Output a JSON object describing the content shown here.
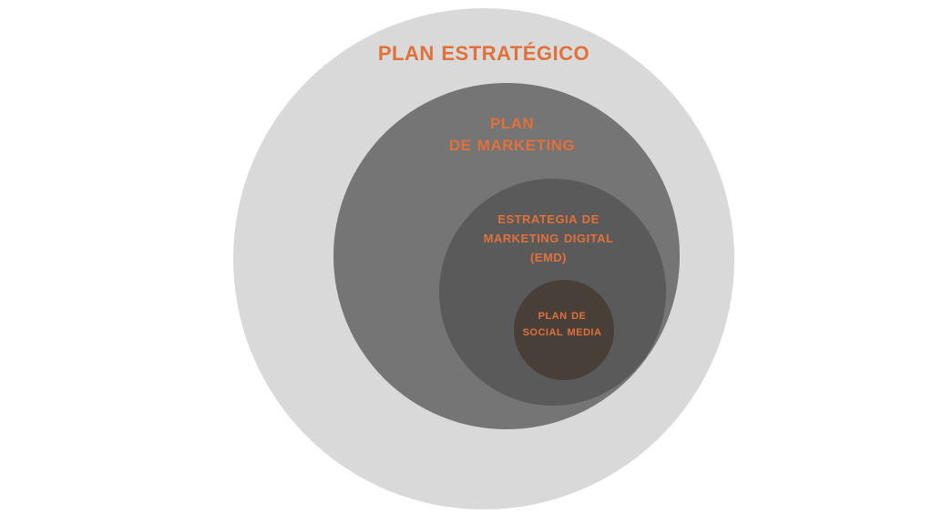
{
  "diagram": {
    "type": "nested-circles",
    "description": "Concentric onion diagram of marketing planning scopes",
    "colors": {
      "background": "#ffffff",
      "outer_circle": "#d9d9d9",
      "second_circle": "#757575",
      "third_circle": "#5a5a5a",
      "inner_circle": "#473f38",
      "text": "#e2703a"
    },
    "rings": [
      {
        "level": 1,
        "name": "plan-estrategico",
        "label": "PLAN ESTRATÉGICO"
      },
      {
        "level": 2,
        "name": "plan-de-marketing",
        "label": "PLAN DE MARKETING"
      },
      {
        "level": 3,
        "name": "estrategia-de-marketing-digital",
        "label": "ESTRATEGIA DE MARKETING DIGITAL (EMD)"
      },
      {
        "level": 4,
        "name": "plan-de-social-media",
        "label": "PLAN DE SOCIAL MEDIA"
      }
    ],
    "labels": {
      "outer": {
        "line1": "PLAN ESTRATÉGICO"
      },
      "marketing": {
        "line1": "PLAN",
        "line2": "DE MARKETING"
      },
      "emd": {
        "line1": "ESTRATEGIA DE",
        "line2": "MARKETING DIGITAL",
        "line3": "(EMD)"
      },
      "social": {
        "line1": "PLAN DE",
        "line2": "SOCIAL MEDIA"
      }
    }
  }
}
